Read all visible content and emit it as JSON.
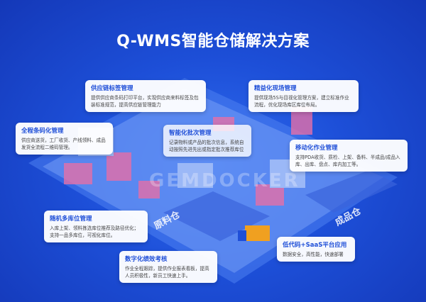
{
  "title": "Q-WMS智能仓储解决方案",
  "watermark": "GEMDOCKER",
  "zones": [
    "原料仓",
    "成品仓"
  ],
  "cards": [
    {
      "title": "供应链标签管理",
      "desc": "提供供应商条码打印平台，实现供应商来料标签及包装标准规范，提高供应链管理能力"
    },
    {
      "title": "精益化现场管理",
      "desc": "提供现场5S与目视化管理方案，建立标准作业流程，优化现场库区库位布局。"
    },
    {
      "title": "全程条码化管理",
      "desc": "供应商送货，工厂收货、产线领料、成品发货全流程二维码管理。"
    },
    {
      "title": "智能化批次管理",
      "desc": "记录物料或产品的批次信息，系统自动按照先进先出或指定批次推荐库位"
    },
    {
      "title": "移动化作业管理",
      "desc": "支持PDA收货、质检、上架、备料、半成品/成品入库、出库、盘点、库内加工等。"
    },
    {
      "title": "随机多库位管理",
      "desc": "入库上架、领料拣选库位推荐及路径优化；支持一品多库位，可视化库位。"
    },
    {
      "title": "数字化绩效考核",
      "desc": "作业全程跟踪，提供作业报表看板，提高人员积极性，新员工快速上手。"
    },
    {
      "title": "低代码+SaaS平台应用",
      "desc": "数据安全，高性能，快速部署"
    }
  ]
}
